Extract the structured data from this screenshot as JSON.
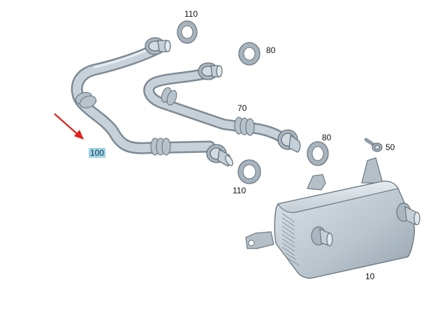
{
  "diagram": {
    "labels": {
      "hose_assembly": "100",
      "seal_top": "110",
      "seal_bottom": "110",
      "oring_top": "80",
      "oring_right": "80",
      "hose_pipe": "70",
      "bolt": "50",
      "oil_cooler": "10"
    },
    "colors": {
      "part_fill": "#c9d3db",
      "part_shade": "#8e9ba6",
      "part_dark": "#6b7883",
      "arrow": "#e3201b",
      "highlight": "#9fd3e6"
    }
  }
}
